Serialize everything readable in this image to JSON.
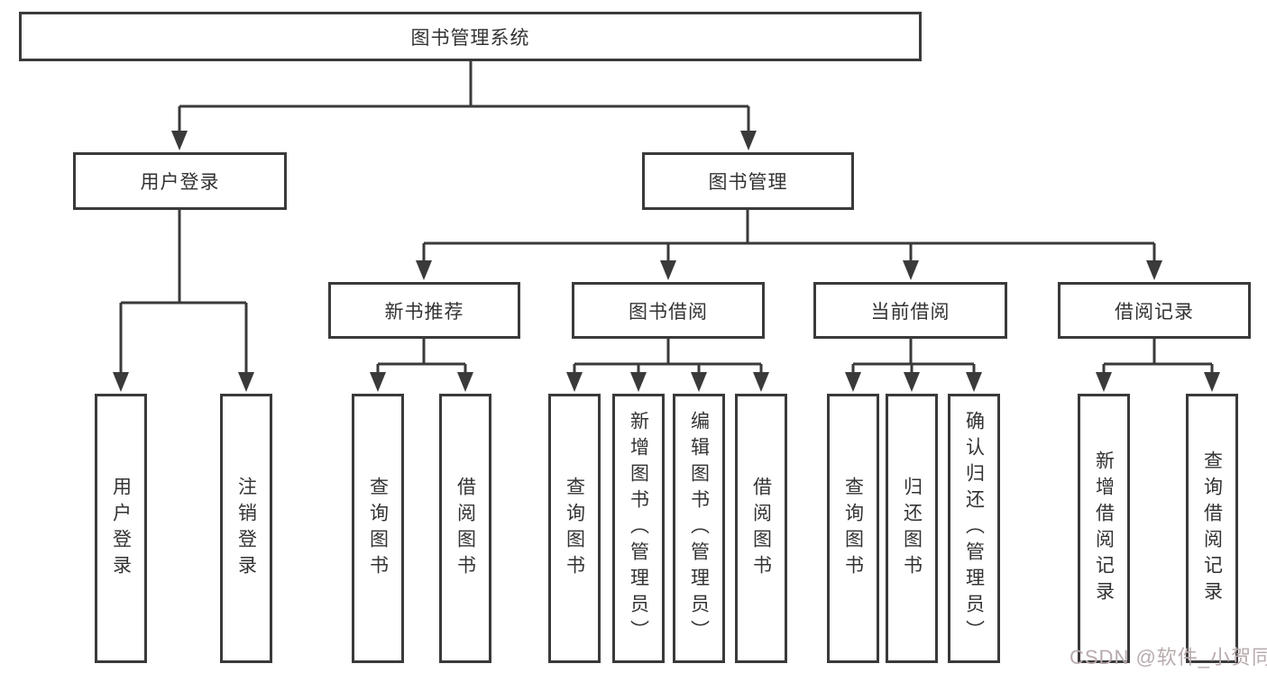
{
  "diagram_title": "图书管理系统",
  "tree": {
    "label": "图书管理系统",
    "children": [
      {
        "label": "用户登录",
        "children": [
          {
            "label": "用户登录"
          },
          {
            "label": "注销登录"
          }
        ]
      },
      {
        "label": "图书管理",
        "children": [
          {
            "label": "新书推荐",
            "children": [
              {
                "label": "查询图书"
              },
              {
                "label": "借阅图书"
              }
            ]
          },
          {
            "label": "图书借阅",
            "children": [
              {
                "label": "查询图书"
              },
              {
                "label": "新增图书（管理员）"
              },
              {
                "label": "编辑图书（管理员）"
              },
              {
                "label": "借阅图书"
              }
            ]
          },
          {
            "label": "当前借阅",
            "children": [
              {
                "label": "查询图书"
              },
              {
                "label": "归还图书"
              },
              {
                "label": "确认归还（管理员）"
              }
            ]
          },
          {
            "label": "借阅记录",
            "children": [
              {
                "label": "新增借阅记录"
              },
              {
                "label": "查询借阅记录"
              }
            ]
          }
        ]
      }
    ]
  },
  "watermark": {
    "text": "CSDN @软件_小贺同学"
  },
  "colors": {
    "line": "#3a3a3a",
    "text": "#333333",
    "background": "#ffffff",
    "watermark": "#b9abad"
  }
}
